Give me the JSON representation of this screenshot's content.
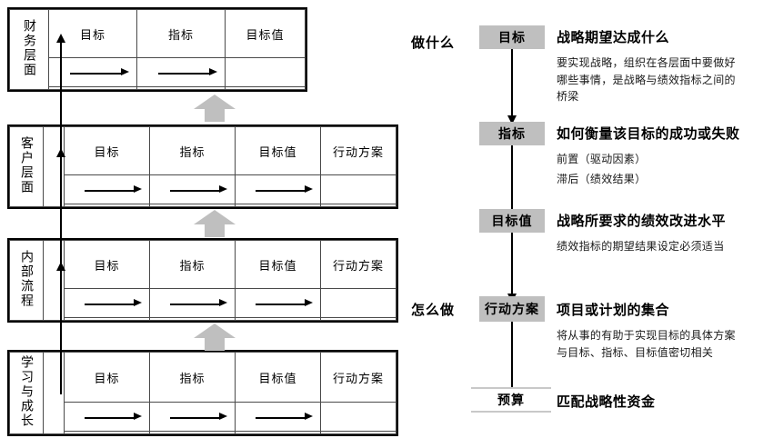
{
  "diagram": {
    "title_hidden": "",
    "colors": {
      "gray_box": "#bfbfbf",
      "gray_arrow": "#bfbfbf",
      "line": "#000000",
      "table_inner_line": "#4a4a4a",
      "budget_rule": "#c8c8c8"
    }
  },
  "bsc": {
    "perspectives": [
      {
        "label": "财务层面",
        "has_spacer_column": false,
        "columns": [
          "目标",
          "指标",
          "目标值"
        ],
        "arrow_cells": [
          true,
          true,
          false
        ]
      },
      {
        "label": "客户层面",
        "has_spacer_column": true,
        "columns": [
          "目标",
          "指标",
          "目标值",
          "行动方案"
        ],
        "arrow_cells": [
          true,
          true,
          true,
          false
        ]
      },
      {
        "label": "内部流程",
        "has_spacer_column": true,
        "columns": [
          "目标",
          "指标",
          "目标值",
          "行动方案"
        ],
        "arrow_cells": [
          true,
          true,
          true,
          false
        ]
      },
      {
        "label": "学习与成长",
        "has_spacer_column": true,
        "columns": [
          "目标",
          "指标",
          "目标值",
          "行动方案"
        ],
        "arrow_cells": [
          true,
          true,
          true,
          false
        ]
      }
    ],
    "between_arrow_name": "gray-up-arrow"
  },
  "flow": {
    "side_labels": [
      {
        "text": "做什么"
      },
      {
        "text": "怎么做"
      }
    ],
    "steps": [
      {
        "box": "目标",
        "title": "战略期望达成什么",
        "desc": "要实现战略，组织在各层面中要做好哪些事情，是战略与绩效指标之间的桥梁"
      },
      {
        "box": "指标",
        "title": "如何衡量该目标的成功或失败",
        "desc": "前置（驱动因素）\n滞后（绩效结果）"
      },
      {
        "box": "目标值",
        "title": "战略所要求的绩效改进水平",
        "desc": "绩效指标的期望结果设定必须适当"
      },
      {
        "box": "行动方案",
        "title": "项目或计划的集合",
        "desc": "将从事的有助于实现目标的具体方案与目标、指标、目标值密切相关"
      },
      {
        "box": "预算",
        "title": "匹配战略性资金",
        "desc": ""
      }
    ],
    "metric_sub_lines": [
      "前置（驱动因素）",
      "滞后（绩效结果）"
    ]
  }
}
